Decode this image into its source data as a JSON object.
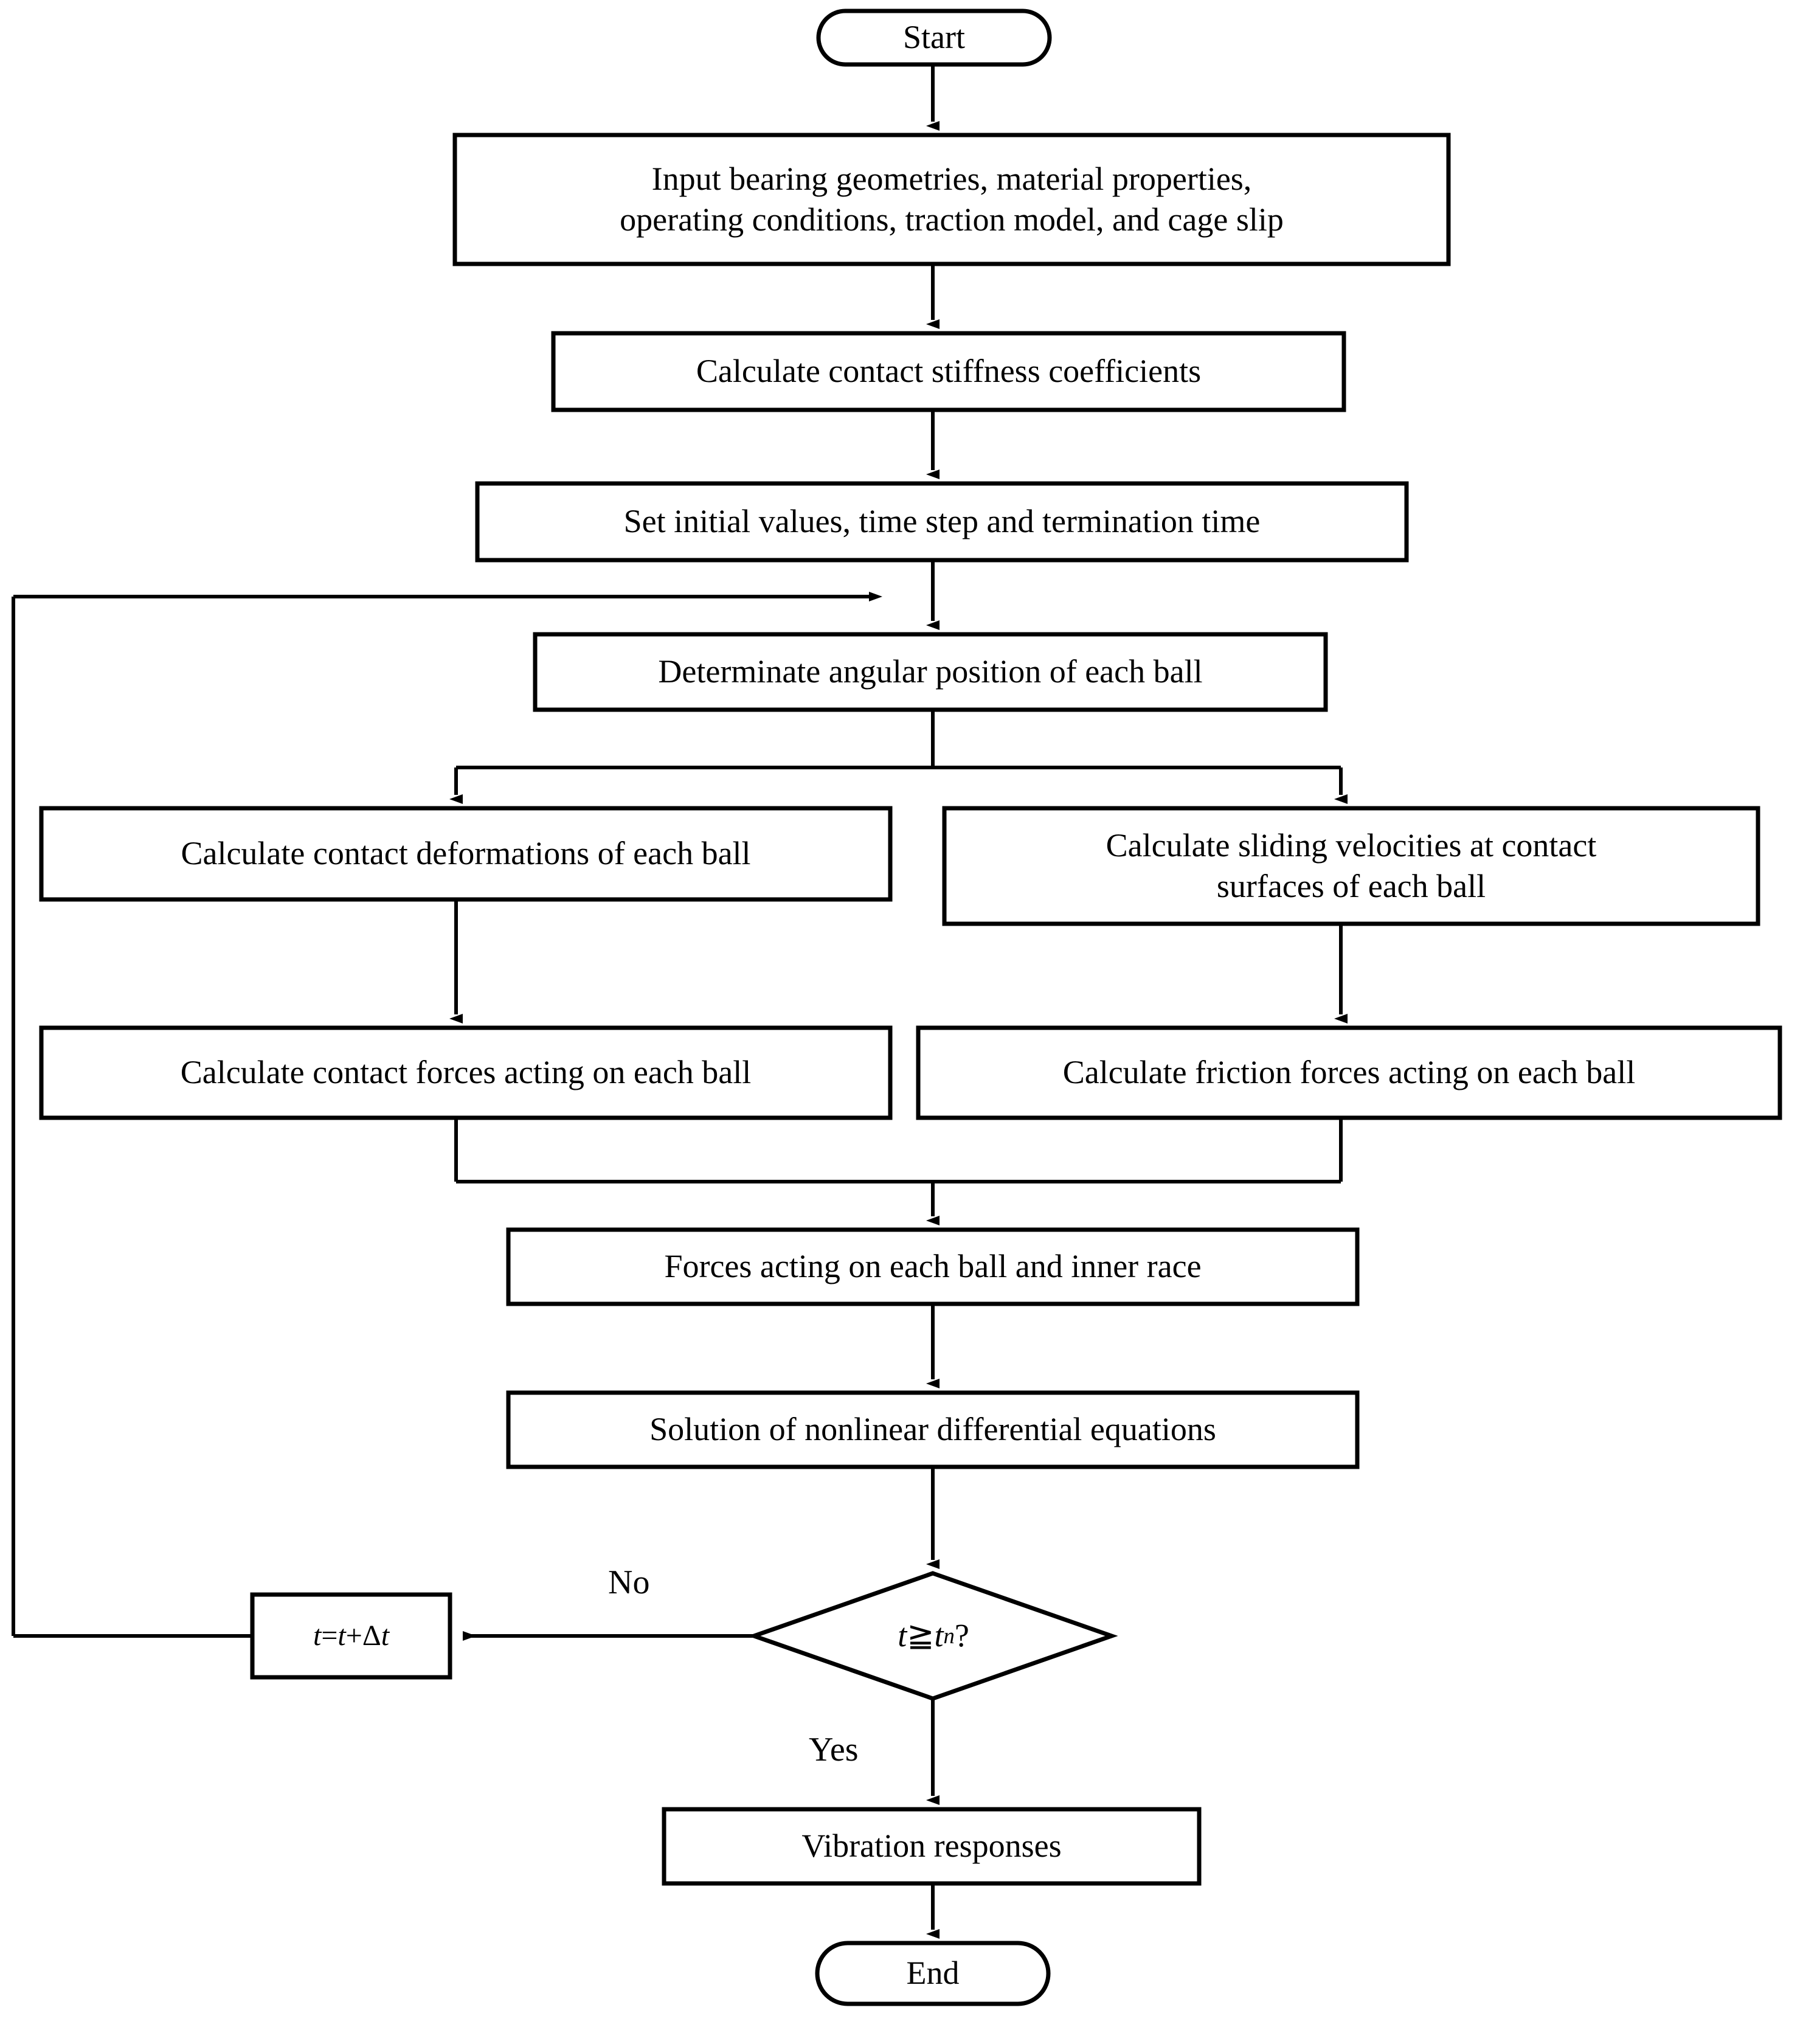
{
  "diagram": {
    "title": "Bearing dynamics simulation flowchart",
    "type": "flowchart",
    "stroke_color": "#000000",
    "fill_color": "#ffffff",
    "background_color": "#ffffff",
    "nodes": {
      "start": {
        "label": "Start",
        "shape": "terminator"
      },
      "input": {
        "label": "Input bearing geometries, material properties,\noperating conditions, traction model, and cage slip",
        "shape": "process"
      },
      "stiffness": {
        "label": "Calculate contact stiffness coefficients",
        "shape": "process"
      },
      "initial": {
        "label": "Set initial values, time step and termination time",
        "shape": "process"
      },
      "angular": {
        "label": "Determinate angular position of each ball",
        "shape": "process"
      },
      "deformations": {
        "label": "Calculate contact deformations of each ball",
        "shape": "process"
      },
      "sliding": {
        "label": "Calculate sliding velocities at contact\nsurfaces of each ball",
        "shape": "process"
      },
      "contact_forces": {
        "label": "Calculate contact forces acting on each ball",
        "shape": "process"
      },
      "friction_forces": {
        "label": "Calculate friction forces acting on each ball",
        "shape": "process"
      },
      "forces_total": {
        "label": "Forces acting on each ball and inner race",
        "shape": "process"
      },
      "solution": {
        "label": "Solution of nonlinear differential equations",
        "shape": "process"
      },
      "decision": {
        "label_parts": {
          "var1": "t",
          "operator": "≧",
          "var2": "t",
          "subscript": "n",
          "question": "?"
        },
        "label_plain": "t≧t_n ?",
        "shape": "decision"
      },
      "increment": {
        "label_parts": {
          "lhs": "t",
          "equals": "=",
          "rhs1": "t",
          "plus": "+",
          "delta": "Δ",
          "rhs2": "t"
        },
        "label_plain": "t=t+Δt",
        "shape": "process"
      },
      "vibration": {
        "label": "Vibration responses",
        "shape": "process"
      },
      "end": {
        "label": "End",
        "shape": "terminator"
      }
    },
    "edge_labels": {
      "no": "No",
      "yes": "Yes"
    },
    "edges": [
      {
        "from": "start",
        "to": "input",
        "label": ""
      },
      {
        "from": "input",
        "to": "stiffness",
        "label": ""
      },
      {
        "from": "stiffness",
        "to": "initial",
        "label": ""
      },
      {
        "from": "initial",
        "to": "angular",
        "label": ""
      },
      {
        "from": "angular",
        "to": "deformations",
        "label": ""
      },
      {
        "from": "angular",
        "to": "sliding",
        "label": ""
      },
      {
        "from": "deformations",
        "to": "contact_forces",
        "label": ""
      },
      {
        "from": "sliding",
        "to": "friction_forces",
        "label": ""
      },
      {
        "from": "contact_forces",
        "to": "forces_total",
        "label": ""
      },
      {
        "from": "friction_forces",
        "to": "forces_total",
        "label": ""
      },
      {
        "from": "forces_total",
        "to": "solution",
        "label": ""
      },
      {
        "from": "solution",
        "to": "decision",
        "label": ""
      },
      {
        "from": "decision",
        "to": "increment",
        "label": "No"
      },
      {
        "from": "decision",
        "to": "vibration",
        "label": "Yes"
      },
      {
        "from": "increment",
        "to": "angular",
        "label": ""
      },
      {
        "from": "vibration",
        "to": "end",
        "label": ""
      }
    ]
  }
}
